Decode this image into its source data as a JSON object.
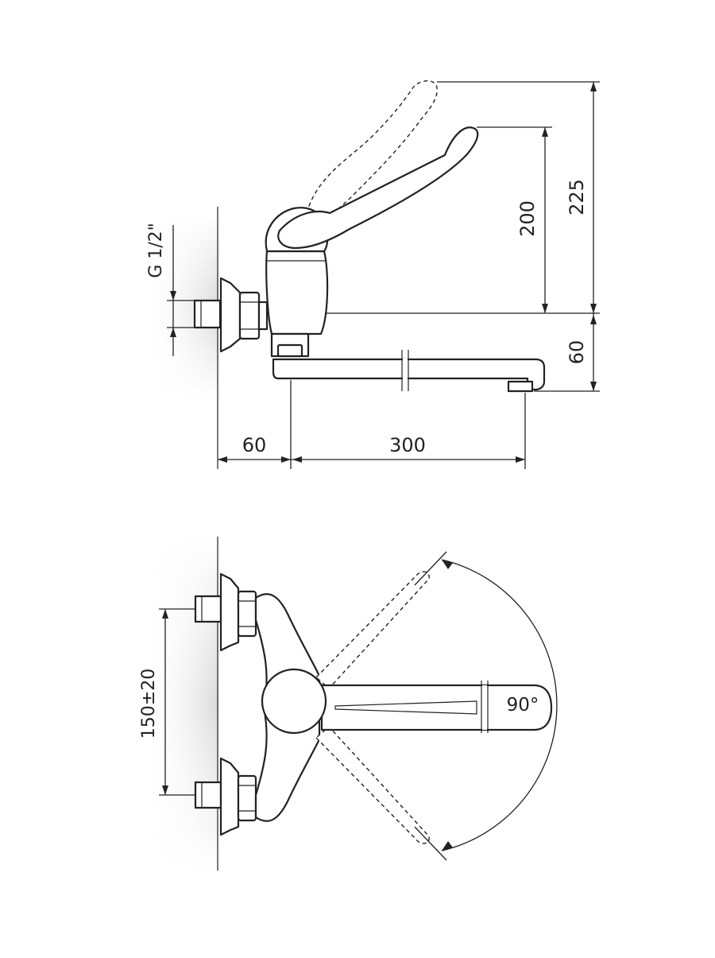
{
  "side_view": {
    "thread_label": "G 1/2\"",
    "dim_handle_height": "200",
    "dim_handle_raised_height": "225",
    "dim_spout_drop": "60",
    "dim_wall_offset": "60",
    "dim_spout_reach": "300"
  },
  "top_view": {
    "dim_inlet_spacing": "150±20",
    "swivel_angle": "90°"
  },
  "colors": {
    "line": "#222222",
    "wall_shade": "#d9d9d9"
  }
}
